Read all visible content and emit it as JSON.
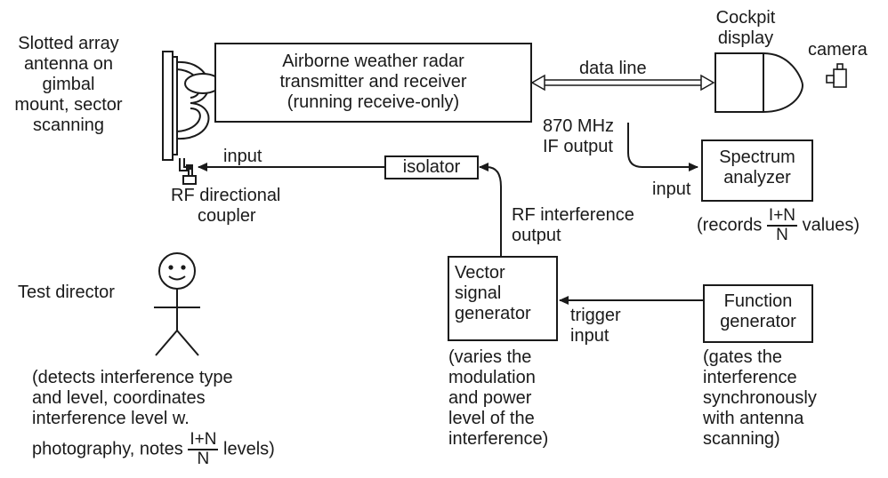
{
  "antenna": {
    "label": [
      "Slotted array",
      "antenna on",
      "gimbal",
      "mount, sector",
      "scanning"
    ]
  },
  "radar": {
    "label": [
      "Airborne weather radar",
      "transmitter and receiver",
      "(running receive-only)"
    ]
  },
  "data_line": "data line",
  "cockpit": {
    "label": [
      "Cockpit",
      "display"
    ]
  },
  "camera": "camera",
  "if_output": [
    "870 MHz",
    "IF output"
  ],
  "spectrum": {
    "label": [
      "Spectrum",
      "analyzer"
    ],
    "input": "input",
    "note_prefix": "(records",
    "note_suffix": "values)"
  },
  "fraction": {
    "num": "I+N",
    "den": "N"
  },
  "coupler": {
    "label": [
      "RF directional",
      "coupler"
    ],
    "input": "input"
  },
  "isolator": "isolator",
  "rf_interference": [
    "RF interference",
    "output"
  ],
  "vsg": {
    "label": [
      "Vector",
      "signal",
      "generator"
    ],
    "note": [
      "(varies the",
      "modulation",
      "and power",
      "level of the",
      "interference)"
    ]
  },
  "trigger": [
    "trigger",
    "input"
  ],
  "fg": {
    "label": [
      "Function",
      "generator"
    ],
    "note": [
      "(gates the",
      "interference",
      "synchronously",
      "with antenna",
      "scanning)"
    ]
  },
  "test_director": {
    "label": "Test director",
    "note": [
      "(detects interference type",
      "and level, coordinates",
      "interference level w."
    ],
    "note_last_prefix": "photography, notes",
    "note_last_suffix": "levels)"
  }
}
